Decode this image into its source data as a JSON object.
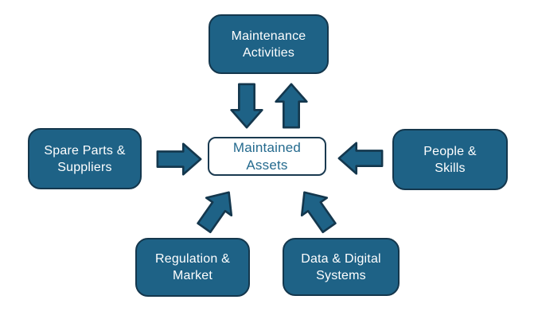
{
  "diagram": {
    "title": "Maintained Assets influence diagram",
    "colors": {
      "background": "#ffffff",
      "node_fill": "#1E6286",
      "node_border": "#14374D",
      "node_text": "#FFFFFF",
      "center_fill": "#FFFFFF",
      "center_border": "#1A3A50",
      "center_text": "#246A8E",
      "arrow_fill": "#1E6286",
      "arrow_border": "#14374D"
    },
    "center": {
      "id": "maintained-assets",
      "label": "Maintained Assets",
      "lines": [
        "Maintained",
        "Assets"
      ]
    },
    "nodes": [
      {
        "id": "maintenance-activities",
        "position": "top",
        "label": "Maintenance Activities",
        "lines": [
          "Maintenance",
          "Activities"
        ]
      },
      {
        "id": "spare-parts-suppliers",
        "position": "left",
        "label": "Spare Parts & Suppliers",
        "lines": [
          "Spare Parts &",
          "Suppliers"
        ]
      },
      {
        "id": "people-skills",
        "position": "right",
        "label": "People & Skills",
        "lines": [
          "People &",
          "Skills"
        ]
      },
      {
        "id": "regulation-market",
        "position": "bottom-left",
        "label": "Regulation & Market",
        "lines": [
          "Regulation &",
          "Market"
        ]
      },
      {
        "id": "data-digital-systems",
        "position": "bottom-right",
        "label": "Data & Digital Systems",
        "lines": [
          "Data & Digital",
          "Systems"
        ]
      }
    ],
    "arrows": [
      {
        "from": "maintained-assets",
        "to": "maintenance-activities",
        "direction": "up"
      },
      {
        "from": "maintenance-activities",
        "to": "maintained-assets",
        "direction": "down"
      },
      {
        "from": "spare-parts-suppliers",
        "to": "maintained-assets",
        "direction": "right"
      },
      {
        "from": "people-skills",
        "to": "maintained-assets",
        "direction": "left"
      },
      {
        "from": "regulation-market",
        "to": "maintained-assets",
        "direction": "up-right"
      },
      {
        "from": "data-digital-systems",
        "to": "maintained-assets",
        "direction": "up-left"
      }
    ]
  }
}
